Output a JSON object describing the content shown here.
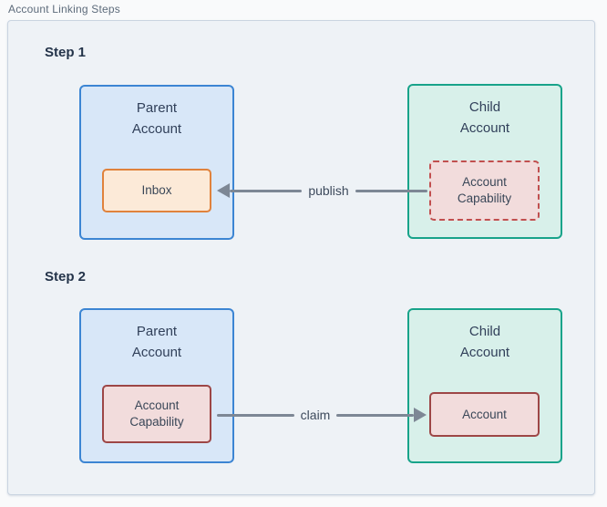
{
  "title": "Account Linking Steps",
  "steps": [
    {
      "heading": "Step 1",
      "parent_account": {
        "title": "Parent\nAccount",
        "inner_box": "Inbox"
      },
      "child_account": {
        "title": "Child\nAccount",
        "inner_box": "Account\nCapability"
      },
      "arrow": {
        "label": "publish",
        "direction": "left"
      }
    },
    {
      "heading": "Step 2",
      "parent_account": {
        "title": "Parent\nAccount",
        "inner_box": "Account\nCapability"
      },
      "child_account": {
        "title": "Child\nAccount",
        "inner_box": "Account"
      },
      "arrow": {
        "label": "claim",
        "direction": "right"
      }
    }
  ],
  "colors": {
    "board_background": "#eef2f6",
    "parent_fill": "#d8e7f8",
    "parent_border": "#3c85d3",
    "child_fill": "#d8f0ea",
    "child_border": "#18a38a",
    "inbox_fill": "#fcead8",
    "inbox_border": "#e0823c",
    "capability_fill": "#f2dcdc",
    "capability_border_dashed": "#c14f4f",
    "capability_border_solid": "#9d4646",
    "arrow": "#7d8795"
  }
}
